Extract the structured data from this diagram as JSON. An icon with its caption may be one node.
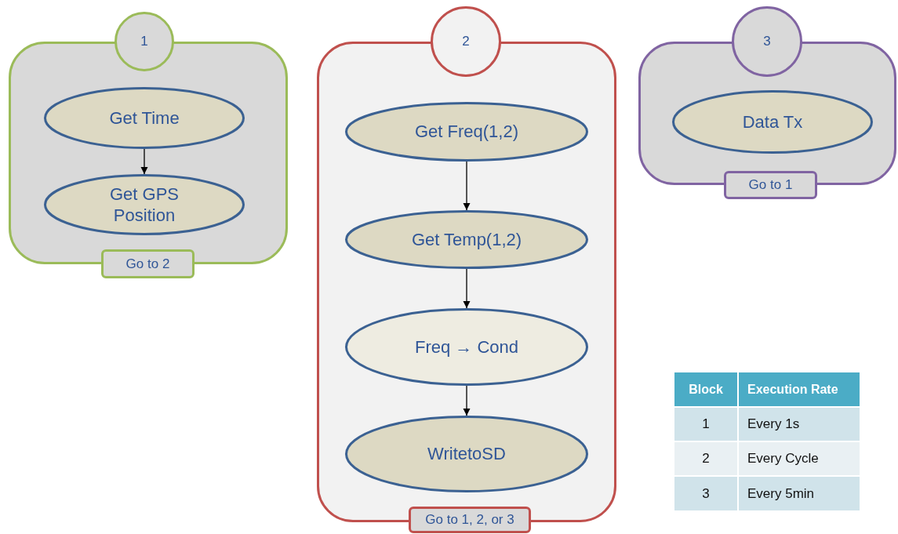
{
  "diagram": {
    "nodes": [
      {
        "text": [],
        "shape": "box"
      },
      {
        "text": [
          "1"
        ]
      },
      {
        "text": [
          "Get Time"
        ],
        "in": 0
      },
      {
        "text": [
          "Get GPS Position"
        ],
        "in": 0
      },
      {
        "text": [
          "Go to 2"
        ]
      },
      {
        "text": [],
        "shape": "box"
      },
      {
        "text": [
          "2"
        ]
      },
      {
        "text": [
          "Get Freq(1,2)"
        ],
        "in": 5
      },
      {
        "text": [
          "Get Temp(1,2)"
        ],
        "in": 5
      },
      {
        "text": [
          "Freq → Cond"
        ],
        "in": 5
      },
      {
        "text": [
          "WritetoSD"
        ],
        "in": 5
      },
      {
        "text": [
          "Go to 1, 2, or 3"
        ]
      },
      {
        "text": [],
        "shape": "box"
      },
      {
        "text": [
          "3"
        ]
      },
      {
        "text": [
          "Data Tx"
        ],
        "in": 12
      },
      {
        "text": [
          "Go to 1"
        ]
      }
    ],
    "edges": [
      {
        "from": 2,
        "to": 3,
        "arrow": "to"
      },
      {
        "from": 7,
        "to": 8,
        "arrow": "to"
      },
      {
        "from": 8,
        "to": 9,
        "arrow": "to"
      },
      {
        "from": 9,
        "to": 10,
        "arrow": "to"
      }
    ],
    "labels": [
      "Block",
      "Execution Rate",
      "1",
      "Every 1s",
      "2",
      "Every Cycle",
      "3",
      "Every 5min"
    ]
  }
}
